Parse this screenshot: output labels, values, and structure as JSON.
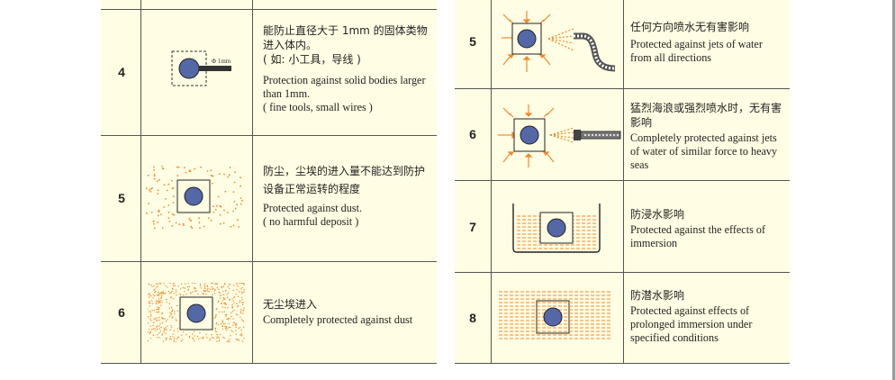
{
  "left_table": {
    "rows": [
      {
        "number": "4",
        "icon": "solid-bodies-1mm-icon",
        "icon_label": "Φ 1mm",
        "cn": "能防止直径大于 1mm 的固体类物进入体内。",
        "cn_example": "( 如:  小工具，导线 )",
        "en": "Protection against solid bodies larger than 1mm.",
        "en_example": "( fine tools, small wires )"
      },
      {
        "number": "5",
        "icon": "dust-protected-icon",
        "cn": "防尘，尘埃的进入量不能达到防护设备正常运转的程度",
        "en": "Protected against dust.",
        "en_example": "( no harmful deposit )"
      },
      {
        "number": "6",
        "icon": "dust-tight-icon",
        "cn": "无尘埃进入",
        "en": "Completely protected against dust"
      }
    ]
  },
  "right_table": {
    "rows": [
      {
        "number": "5",
        "icon": "water-jets-icon",
        "cn": "任何方向喷水无有害影响",
        "en": "Protected against jets of water from all directions"
      },
      {
        "number": "6",
        "icon": "powerful-jets-icon",
        "cn": "猛烈海浪或强烈喷水时，无有害影响",
        "en": "Completely protected against jets of water of similar force to heavy seas"
      },
      {
        "number": "7",
        "icon": "immersion-icon",
        "cn": "防浸水影响",
        "en": "Protected against the effects of immersion"
      },
      {
        "number": "8",
        "icon": "submersion-icon",
        "cn": "防潜水影响",
        "en": "Protected against effects of prolonged immersion under specified conditions"
      }
    ]
  },
  "colors": {
    "table_bg": "#fffde3",
    "circle_fill": "#5468a8",
    "particle": "#f08a2c",
    "line": "#555555"
  }
}
